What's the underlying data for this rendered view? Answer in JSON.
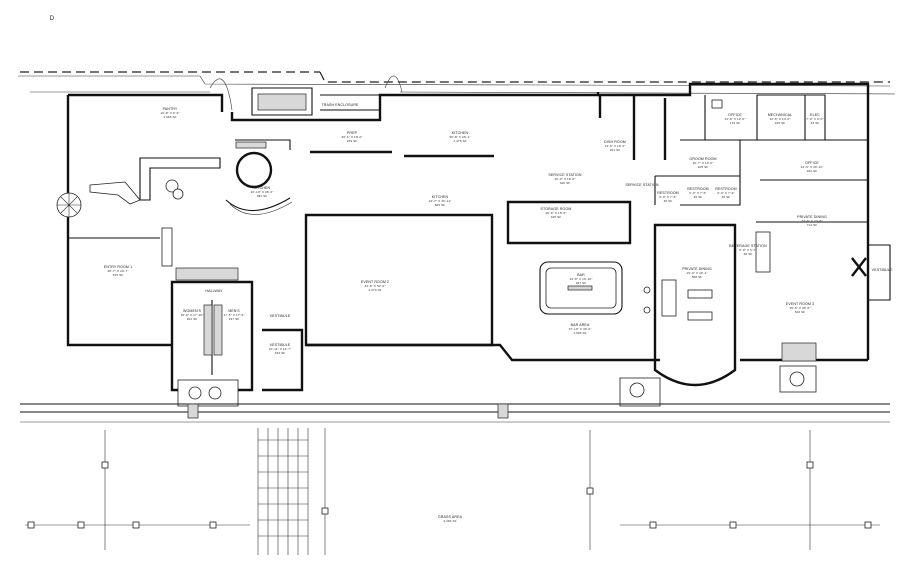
{
  "corner_mark": "D",
  "rooms": {
    "pantry": {
      "name": "PANTRY",
      "area": "10'-8\" X 9'-9\"",
      "sf": "1,066 SF"
    },
    "trash": {
      "name": "TRASH ENCLOSURE"
    },
    "prep": {
      "name": "PREP",
      "area": "39'-1\" X 18'-0\"",
      "sf": "239 SF"
    },
    "kitchen_top": {
      "name": "KITCHEN",
      "area": "56'-8\" X 26'-1\"",
      "sf": "1,475 SF"
    },
    "dish_room": {
      "name": "DISH ROOM",
      "area": "14'-6\" X 18'-0\"",
      "sf": "261 SF"
    },
    "office_top": {
      "name": "OFFICE",
      "area": "14'-8\" X 12'-0\"",
      "sf": "176 SF"
    },
    "mechanical": {
      "name": "MECHANICAL",
      "area": "12'-8\" X 13'-0\"",
      "sf": "165 SF"
    },
    "elec": {
      "name": "ELEC",
      "area": "7'-0\" X 9'-0\"",
      "sf": "63 SF"
    },
    "kitchen_round": {
      "name": "KITCHEN",
      "area": "22'-10\" X 28'-0\"",
      "sf": "392 SF"
    },
    "service_station": {
      "name": "SERVICE STATION",
      "area": "20'-0\" X 16'-0\"",
      "sf": "320 SF"
    },
    "groom_room": {
      "name": "GROOM ROOM",
      "area": "10'-7\" X 10'-0\"",
      "sf": "105 SF"
    },
    "office_right": {
      "name": "OFFICE",
      "area": "24'-6\" X 20'-11\"",
      "sf": "462 SF"
    },
    "service_station_small": {
      "name": "SERVICE STATION"
    },
    "restroom_a": {
      "name": "RESTROOM",
      "area": "6'-0\" X 7'-6\"",
      "sf": "45 SF"
    },
    "restroom_b": {
      "name": "RESTROOM",
      "area": "6'-0\" X 7'-6\"",
      "sf": "45 SF"
    },
    "restroom_c": {
      "name": "RESTROOM",
      "area": "6'-0\" X 7'-6\"",
      "sf": "45 SF"
    },
    "kitchen_mid": {
      "name": "KITCHEN",
      "area": "22'-7\" X 30'-11\"",
      "sf": "665 SF"
    },
    "storage_room": {
      "name": "STORAGE ROOM",
      "area": "26'-8\" X 15'-6\"",
      "sf": "425 SF"
    },
    "private_dining": {
      "name": "PRIVATE DINING",
      "area": "33'-6\" X 23'-8\"",
      "sf": "714 SF"
    },
    "entry_room": {
      "name": "ENTRY ROOM 1",
      "area": "28'-7\" X 29'-7\"",
      "sf": "875 SF"
    },
    "event_room_2": {
      "name": "EVENT ROOM 2",
      "area": "43'-8\" X 52'-6\"",
      "sf": "2,270 SF"
    },
    "beverage_station": {
      "name": "BEVERAGE STATION",
      "area": "8'-8\" X 5'-7\"",
      "sf": "48 SF"
    },
    "bar": {
      "name": "BAR",
      "area": "24'-8\" X 16'-10\"",
      "sf": "267 SF"
    },
    "private_dining_2": {
      "name": "PRIVATE DINING",
      "area": "19'-0\" X 40'-1\"",
      "sf": "558 SF"
    },
    "vestibule_right": {
      "name": "VESTIBULE"
    },
    "hallway": {
      "name": "HALLWAY"
    },
    "womens": {
      "name": "WOMEN'S",
      "area": "18'-8\" X 17'-10\"",
      "sf": "202 SF"
    },
    "mens": {
      "name": "MEN'S",
      "area": "17'-5\" X 17'-5\"",
      "sf": "197 SF"
    },
    "vestibule_left": {
      "name": "VESTIBULE",
      "area": "10'-11\" X 14'-7\"",
      "sf": "153 SF"
    },
    "bar_area": {
      "name": "BAR AREA",
      "area": "37'-10\" X 30'-0\"",
      "sf": "1,096 SF"
    },
    "event_room_3": {
      "name": "EVENT ROOM 3",
      "area": "35'-6\" X 35'-6\"",
      "sf": "526 SF"
    },
    "vestibule_mid": {
      "name": "VESTIBULE"
    },
    "grass_area": {
      "name": "GRASS AREA",
      "sf": "4,284 SF"
    }
  }
}
